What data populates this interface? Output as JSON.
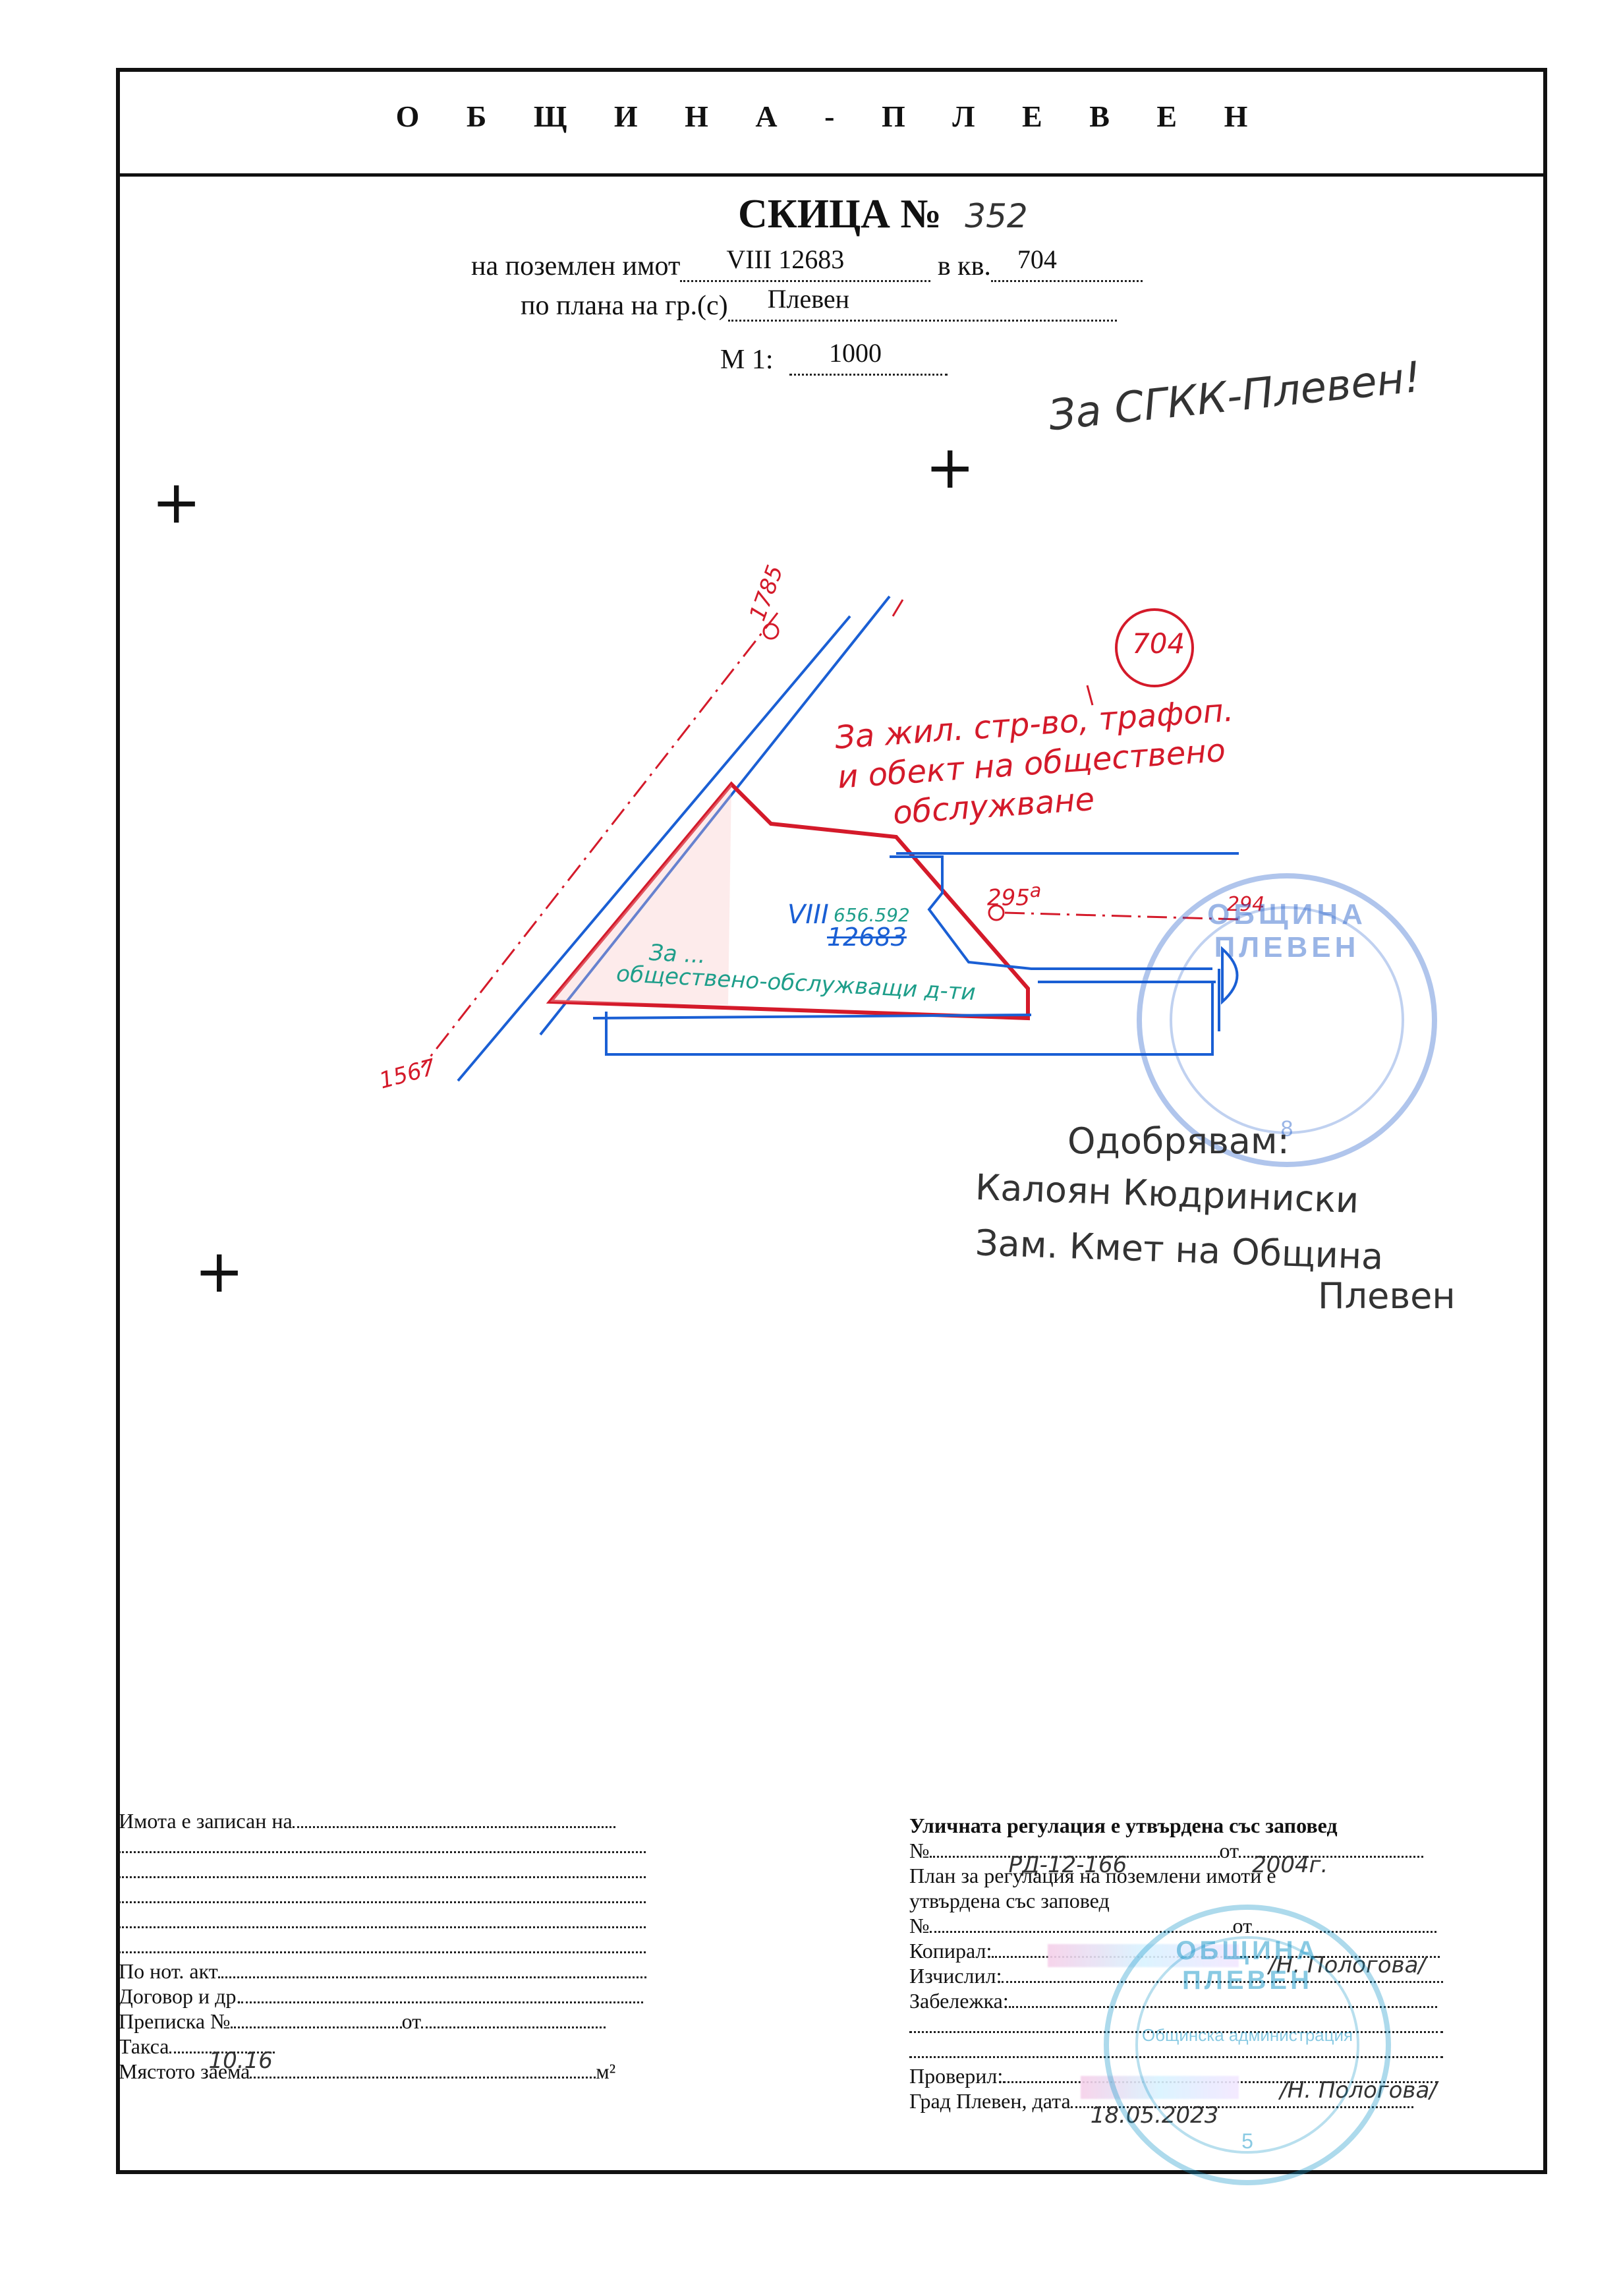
{
  "header": {
    "municipality": "О Б Щ И Н А - П Л Е В Е Н",
    "title": "СКИЦА №",
    "sketch_number": "352"
  },
  "property": {
    "label": "на поземлен имот",
    "value": "VIII 12683",
    "block_label": "в кв.",
    "block_value": "704",
    "plan_label": "по плана на гр.(с)",
    "plan_value": "Плевен",
    "scale_label": "М 1:",
    "scale_value": "1000"
  },
  "annotations": {
    "agency_note": "За СГКК-Плевен!",
    "block_circle": "704",
    "point_1785": "1785",
    "point_1567": "1567",
    "point_295a": "295",
    "point_295a_sup": "а",
    "point_294": "294",
    "parcel_label": "VIII",
    "parcel_area_old": "656.592",
    "parcel_number": "12683",
    "red_purpose_line1": "За жил. стр-во, трафоп.",
    "red_purpose_line2": "и обект на обществено",
    "red_purpose_line3": "обслужване",
    "green_purpose_line1": "За ...",
    "green_purpose_line2": "обществено-обслужващи д-ти"
  },
  "approval": {
    "line1": "Одобрявам:",
    "line2": "Калоян Кюдриниски",
    "line3": "Зам. Кмет на Община",
    "line4": "Плевен"
  },
  "stamp_top": {
    "text": "ОБЩИНА ПЛЕВЕН",
    "number": "8"
  },
  "stamp_bottom": {
    "text": "ОБЩИНА ПЛЕВЕН",
    "inner": "Общинска администрация",
    "number": "5"
  },
  "form_left": {
    "recorded": "Имота е записан на",
    "notary_act": "По нот. акт",
    "contract": "Договор и др.",
    "transcript": "Преписка №",
    "transcript_from": "от",
    "fee": "Такса",
    "fee_value": "10.16",
    "area": "Мястото заема",
    "area_unit": "м²"
  },
  "form_right": {
    "street_reg": "Уличната регулация е утвърдена със заповед",
    "number_prefix": "№",
    "order_number": "РД-12-166",
    "from": "от",
    "order_year": "2004г.",
    "plan_reg_1": "План за регулация на поземлени имоти е",
    "plan_reg_2": "утвърдена със заповед",
    "number2_prefix": "№",
    "from2": "от",
    "copied": "Копирал:",
    "copied_name": "/Н. Пологова/",
    "calculated": "Изчислил:",
    "remark": "Забележка:",
    "checked": "Проверил:",
    "checked_name": "/Н. Пологова/",
    "city_date": "Град Плевен, дата",
    "date_value": "18.05.2023"
  }
}
